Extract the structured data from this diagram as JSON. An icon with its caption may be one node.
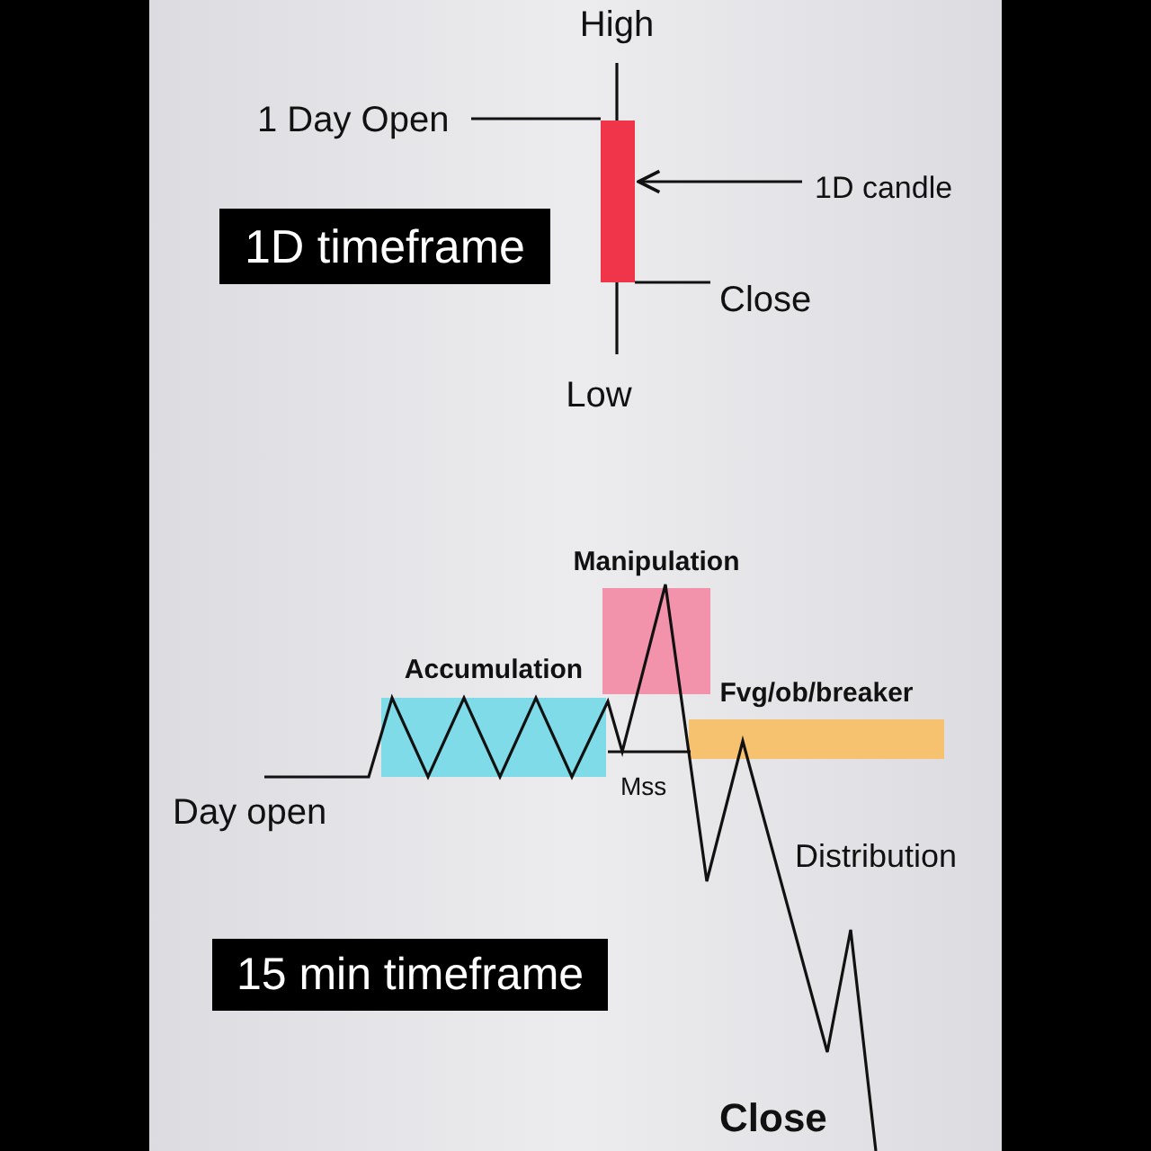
{
  "diagram": {
    "nodes": [
      {
        "text": [
          "1 Day Open"
        ]
      },
      {
        "text": [],
        "shape": "bar"
      },
      {
        "text": [
          "1D candle"
        ]
      },
      {
        "text": [
          "Close"
        ]
      },
      {
        "text": [
          "1D timeframe"
        ]
      },
      {
        "text": [
          "Accumulation"
        ]
      },
      {
        "text": [
          "Manipulation"
        ]
      },
      {
        "text": [
          "Fvg/ob/breaker"
        ]
      },
      {
        "text": [
          "15 min timeframe"
        ]
      }
    ],
    "edges": [
      {
        "from": 0,
        "to": 1,
        "arrow": "none"
      },
      {
        "from": 2,
        "to": 1,
        "arrow": "to"
      },
      {
        "from": 3,
        "to": 1,
        "arrow": "none"
      }
    ],
    "labels": [
      "High",
      "Low",
      "Day open",
      "Mss",
      "Distribution",
      "Close"
    ]
  }
}
